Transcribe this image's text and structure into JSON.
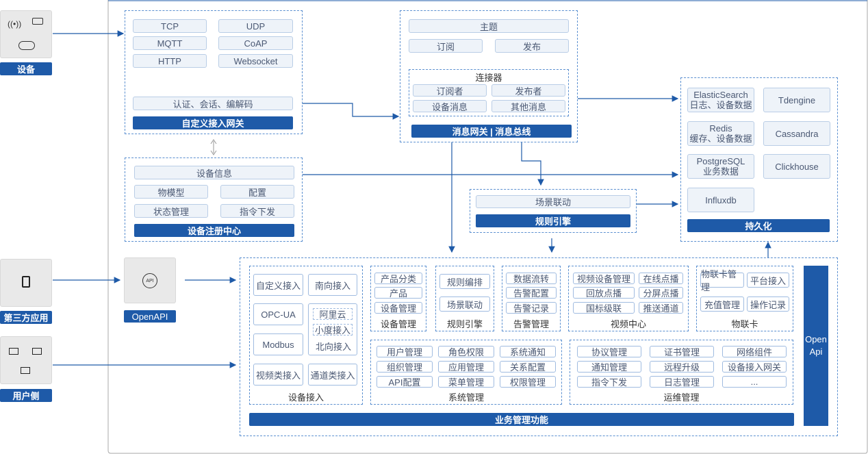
{
  "left": {
    "device_label": "设备",
    "third_party_label": "第三方应用",
    "user_side_label": "用户侧"
  },
  "openapi": {
    "label": "OpenAPI",
    "icon_text": "API"
  },
  "gateway": {
    "title": "自定义接入网关",
    "protocols": [
      "TCP",
      "UDP",
      "MQTT",
      "CoAP",
      "HTTP",
      "Websocket"
    ],
    "codec": "认证、会话、编解码"
  },
  "registry": {
    "title": "设备注册中心",
    "info": "设备信息",
    "items": [
      "物模型",
      "配置",
      "状态管理",
      "指令下发"
    ]
  },
  "bus": {
    "title": "消息网关 | 消息总线",
    "topic": "主题",
    "subscribe": "订阅",
    "publish": "发布",
    "connector": {
      "title": "连接器",
      "items": [
        "订阅者",
        "发布者",
        "设备消息",
        "其他消息"
      ]
    }
  },
  "rules": {
    "title": "规则引擎",
    "item": "场景联动"
  },
  "persistence": {
    "title": "持久化",
    "stores": [
      {
        "name": "ElasticSearch",
        "desc": "日志、设备数据"
      },
      {
        "name": "Tdengine",
        "desc": ""
      },
      {
        "name": "Redis",
        "desc": "缓存、设备数据"
      },
      {
        "name": "Cassandra",
        "desc": ""
      },
      {
        "name": "PostgreSQL",
        "desc": "业务数据"
      },
      {
        "name": "Clickhouse",
        "desc": ""
      },
      {
        "name": "Influxdb",
        "desc": ""
      }
    ]
  },
  "biz": {
    "title": "业务管理功能",
    "open_api": "Open Api",
    "device_access": {
      "title": "设备接入",
      "items": [
        "自定义接入",
        "南向接入",
        "OPC-UA",
        "Modbus",
        "视频类接入",
        "通道类接入",
        "北向接入"
      ],
      "north": [
        "阿里云",
        "小度接入"
      ]
    },
    "device_mgmt": {
      "title": "设备管理",
      "items": [
        "产品分类",
        "产品",
        "设备管理"
      ]
    },
    "rule_engine": {
      "title": "规则引擎",
      "items": [
        "规则编排",
        "场景联动"
      ]
    },
    "alarm_mgmt": {
      "title": "告警管理",
      "items": [
        "数据流转",
        "告警配置",
        "告警记录"
      ]
    },
    "video_center": {
      "title": "视频中心",
      "items": [
        "视频设备管理",
        "在线点播",
        "回放点播",
        "分屏点播",
        "国标级联",
        "推送通道"
      ]
    },
    "iot_card": {
      "title": "物联卡",
      "items": [
        "物联卡管理",
        "平台接入",
        "充值管理",
        "操作记录"
      ]
    },
    "sys_mgmt": {
      "title": "系统管理",
      "items": [
        "用户管理",
        "角色权限",
        "系统通知",
        "组织管理",
        "应用管理",
        "关系配置",
        "API配置",
        "菜单管理",
        "权限管理"
      ]
    },
    "ops_mgmt": {
      "title": "运维管理",
      "items": [
        "协议管理",
        "证书管理",
        "网络组件",
        "通知管理",
        "远程升级",
        "设备接入网关",
        "指令下发",
        "日志管理",
        "..."
      ]
    }
  }
}
